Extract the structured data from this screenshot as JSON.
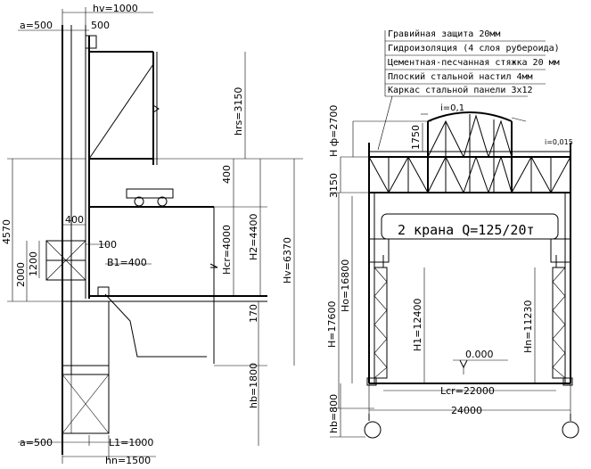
{
  "left": {
    "hv": "hv=1000",
    "a_top": "a=500",
    "dim_500": "500",
    "hrs": "hrs=3150",
    "dim_400_top": "400",
    "H2": "H2=4400",
    "Hv": "Hv=6370",
    "Hcr": "Hcr=4000",
    "dim_4570": "4570",
    "dim_400_col": "400",
    "dim_100": "100",
    "dim_2000": "2000",
    "dim_1200": "1200",
    "B1": "B1=400",
    "dim_170": "170",
    "hb": "hb=1800",
    "a_bottom": "a=500",
    "L1": "L1=1000",
    "hn": "hn=1500"
  },
  "right": {
    "layers": [
      "Гравийная защита 20мм",
      "Гидроизоляция (4 слоя рубероида)",
      "Цементная-песчанная стяжка 20 мм",
      "Плоский стальной настил 4мм",
      "Каркас стальной панели 3х12"
    ],
    "slope_main": "i=0,1",
    "slope_side": "i=0,015",
    "H_f": "H ф=2700",
    "dim_1750": "1750",
    "dim_3150": "3150",
    "crane": "2 крана Q=125/20т",
    "H": "H=17600",
    "Ho": "Ho=16800",
    "H1": "H1=12400",
    "Hn": "Hn=11230",
    "level": "0.000",
    "Lcr": "Lcr=22000",
    "span": "24000",
    "hb": "hb=800"
  }
}
